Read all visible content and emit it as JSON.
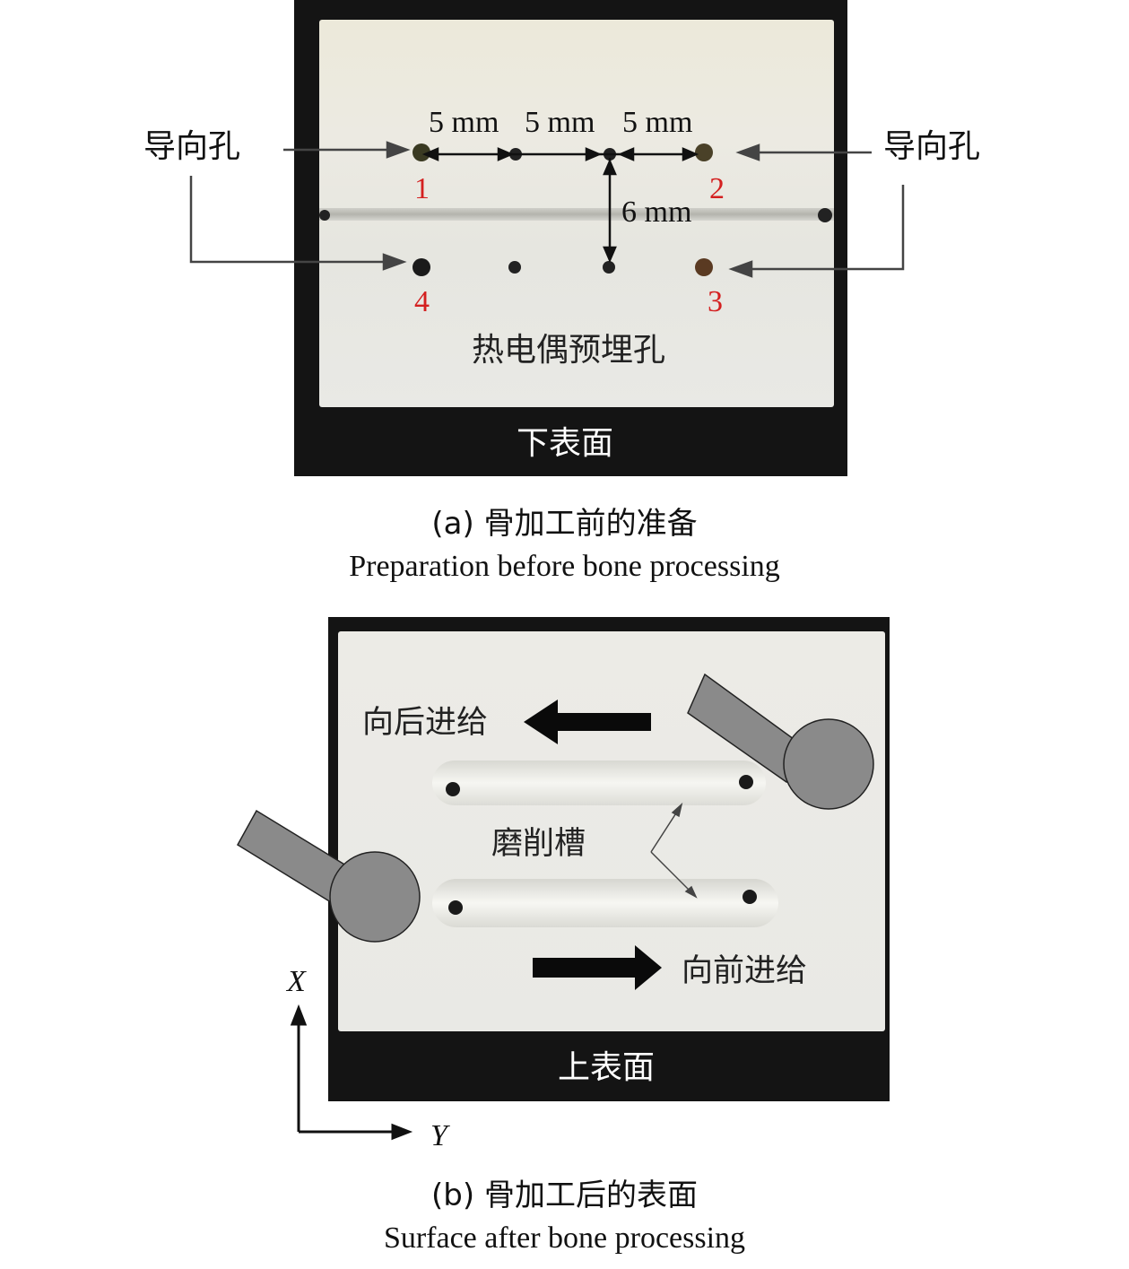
{
  "panel_a": {
    "guide_hole_left": "导向孔",
    "guide_hole_right": "导向孔",
    "spacings": [
      "5 mm",
      "5 mm",
      "5 mm"
    ],
    "vertical_spacing": "6 mm",
    "hole_numbers": [
      "1",
      "2",
      "3",
      "4"
    ],
    "thermocouple_holes": "热电偶预埋孔",
    "surface_label": "下表面",
    "caption_cn": "(a) 骨加工前的准备",
    "caption_en": "Preparation before bone processing"
  },
  "panel_b": {
    "feed_backward": "向后进给",
    "feed_forward": "向前进给",
    "groove": "磨削槽",
    "surface_label": "上表面",
    "axis_x": "X",
    "axis_y": "Y",
    "caption_cn": "(b) 骨加工后的表面",
    "caption_en": "Surface after bone processing"
  },
  "colors": {
    "photo_frame": "#141414",
    "specimen": "#e9e9e3",
    "marker_red": "#d42020",
    "tool_gray": "#8a8a8a"
  }
}
